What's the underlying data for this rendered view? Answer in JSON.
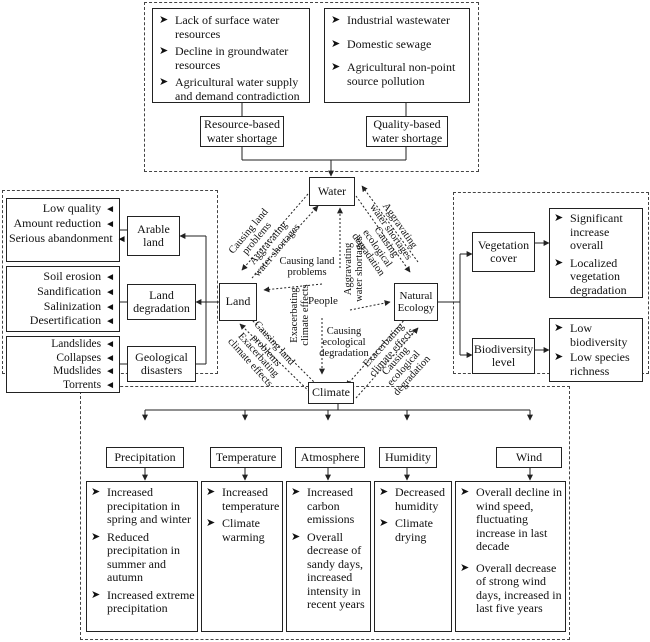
{
  "water_section": {
    "resource_issues": [
      "Lack of surface water resources",
      "Decline in groundwater resources",
      "Agricultural water supply and demand contradiction"
    ],
    "quality_issues": [
      "Industrial wastewater",
      "Domestic sewage",
      "Agricultural non-point source pollution"
    ],
    "resource_label": "Resource-based water shortage",
    "quality_label": "Quality-based water shortage"
  },
  "core": {
    "water": "Water",
    "land": "Land",
    "people": "People",
    "natural_ecology": "Natural Ecology",
    "climate": "Climate"
  },
  "relations": {
    "water_land_causing": "Causing land problems",
    "land_water_aggravating": "Aggravating water shortages",
    "water_ecology_aggravating": "Aggravating water shortages",
    "ecology_water_causing": "Causing ecological degradation",
    "center_causing_land": "Causing land problems",
    "center_aggravating_water": "Aggravating water shortages",
    "center_exacerbating_climate": "Exacerbating climate effects",
    "center_causing_ecological": "Causing ecological degradation",
    "land_climate_causing": "Causing land problems",
    "climate_land_exacerbating": "Exacerbating climate effects",
    "climate_ecology_exacerbating": "Exacerbating climate effects",
    "ecology_climate_causing": "Causing ecological degradation"
  },
  "land_section": {
    "arable_label": "Arable land",
    "arable_items": [
      "Low quality",
      "Amount reduction",
      "Serious abandonment"
    ],
    "degradation_label": "Land degradation",
    "degradation_items": [
      "Soil erosion",
      "Sandification",
      "Salinization",
      "Desertification"
    ],
    "disasters_label": "Geological disasters",
    "disasters_items": [
      "Landslides",
      "Collapses",
      "Mudslides",
      "Torrents"
    ]
  },
  "ecology_section": {
    "vegetation_label": "Vegetation cover",
    "vegetation_items": [
      "Significant increase overall",
      "Localized vegetation degradation"
    ],
    "biodiversity_label": "Biodiversity level",
    "biodiversity_items": [
      "Low biodiversity",
      "Low species richness"
    ]
  },
  "climate_section": {
    "precipitation": {
      "label": "Precipitation",
      "items": [
        "Increased precipitation in spring and winter",
        "Reduced precipitation in summer and autumn",
        "Increased extreme precipitation"
      ]
    },
    "temperature": {
      "label": "Temperature",
      "items": [
        "Increased temperature",
        "Climate warming"
      ]
    },
    "atmosphere": {
      "label": "Atmosphere",
      "items": [
        "Increased carbon emissions",
        "Overall decrease of sandy days, increased intensity in recent years"
      ]
    },
    "humidity": {
      "label": "Humidity",
      "items": [
        "Decreased humidity",
        "Climate drying"
      ]
    },
    "wind": {
      "label": "Wind",
      "items": [
        "Overall decline in wind speed, fluctuating increase in last decade",
        "Overall decrease of strong wind days, increased in last five years"
      ]
    }
  },
  "bullet_glyph": "➤"
}
